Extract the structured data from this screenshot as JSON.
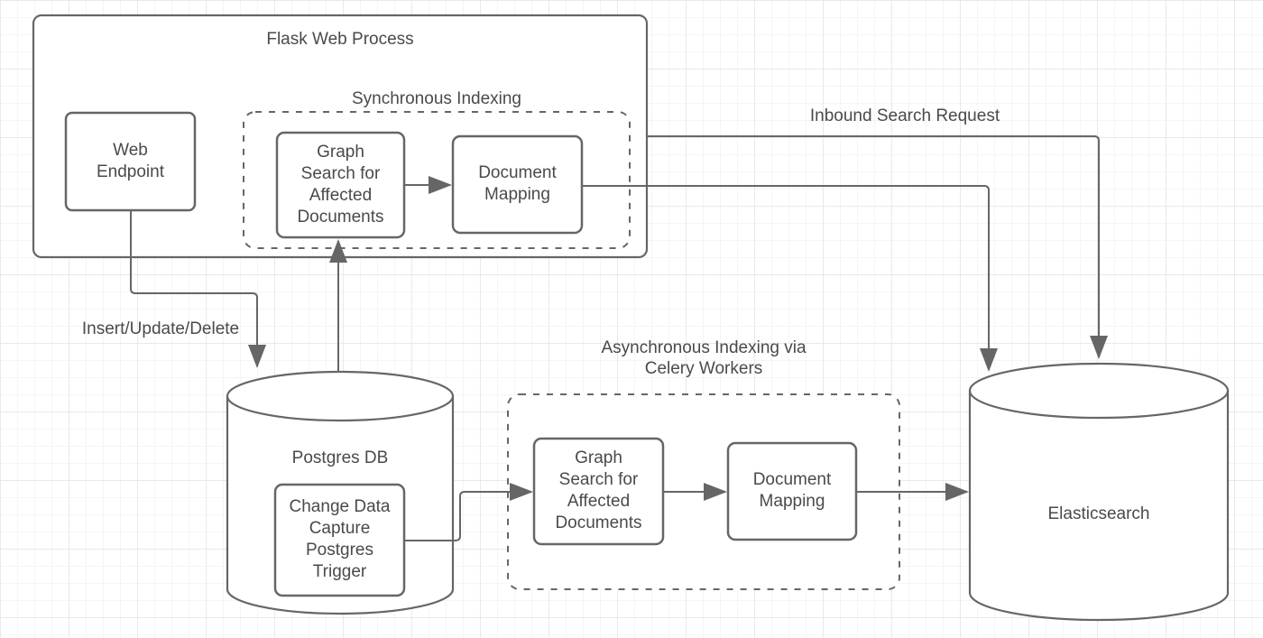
{
  "colors": {
    "stroke": "#666666",
    "text": "#4a4a4a",
    "shape_fill": "#ffffff",
    "grid_minor": "#f5f5f5",
    "grid_major": "#e9e9e9"
  },
  "flask_process": {
    "title": "Flask Web Process",
    "web_endpoint_label": "Web\nEndpoint",
    "sync_indexing": {
      "title": "Synchronous Indexing",
      "graph_search_label": "Graph\nSearch for\nAffected\nDocuments",
      "doc_mapping_label": "Document\nMapping"
    }
  },
  "postgres_db": {
    "title": "Postgres DB",
    "cdc_trigger_label": "Change Data\nCapture\nPostgres\nTrigger"
  },
  "async_indexing": {
    "title": "Asynchronous Indexing via\nCelery Workers",
    "graph_search_label": "Graph\nSearch for\nAffected\nDocuments",
    "doc_mapping_label": "Document\nMapping"
  },
  "elasticsearch": {
    "title": "Elasticsearch"
  },
  "edge_labels": {
    "insert_update_delete": "Insert/Update/Delete",
    "inbound_search_request": "Inbound Search Request"
  }
}
